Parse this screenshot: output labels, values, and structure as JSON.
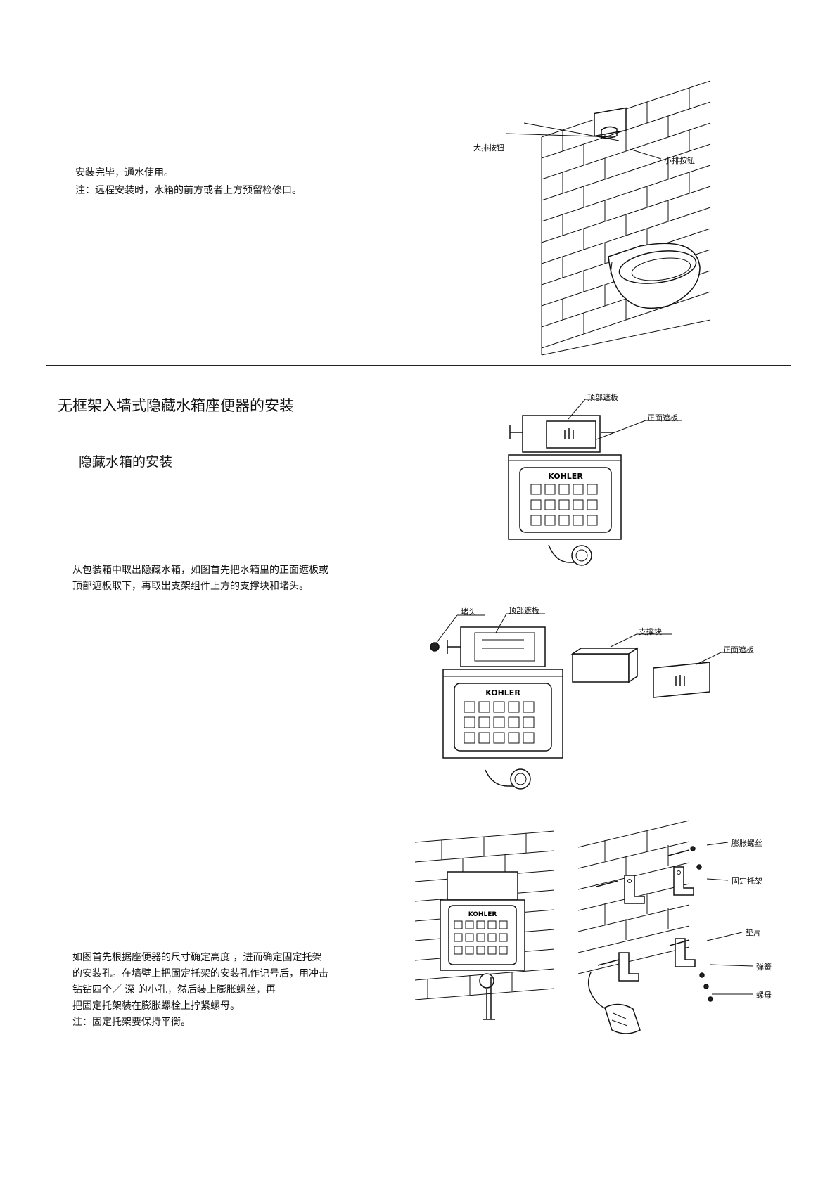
{
  "section1": {
    "text_line1": "安装完毕，通水使用。",
    "text_line2": "注：远程安装时，水箱的前方或者上方预留检修口。",
    "label_big_flush": "大排按钮",
    "label_small_flush": "小排按钮"
  },
  "section2": {
    "title": "无框架入墙式隐藏水箱座便器的安装",
    "subtitle": "隐藏水箱的安装",
    "text_line1": "从包装箱中取出隐藏水箱，如图首先把水箱里的正面遮板或",
    "text_line2": "顶部遮板取下，再取出支架组件上方的支撑块和堵头。",
    "label_top_cover_1": "顶部遮板",
    "label_front_cover_1": "正面遮板",
    "label_plug": "堵头",
    "label_top_cover_2": "顶部遮板",
    "label_support_block": "支撑块",
    "label_front_cover_2": "正面遮板",
    "brand": "KOHLER"
  },
  "section3": {
    "text_line1": "如图首先根据座便器的尺寸确定高度  ，进而确定固定托架",
    "text_line2": "的安装孔。在墙壁上把固定托架的安装孔作记号后，用冲击",
    "text_line3": "钻钻四个／        深        的小孔，然后装上膨胀螺丝，再",
    "text_line4": "把固定托架装在膨胀螺栓上拧紧螺母。",
    "text_line5": "注：固定托架要保持平衡。",
    "label_expansion_screw": "膨胀螺丝",
    "label_fixed_bracket": "固定托架",
    "label_washer": "垫片",
    "label_spring": "弹簧",
    "label_nut": "螺母",
    "brand": "KOHLER"
  }
}
